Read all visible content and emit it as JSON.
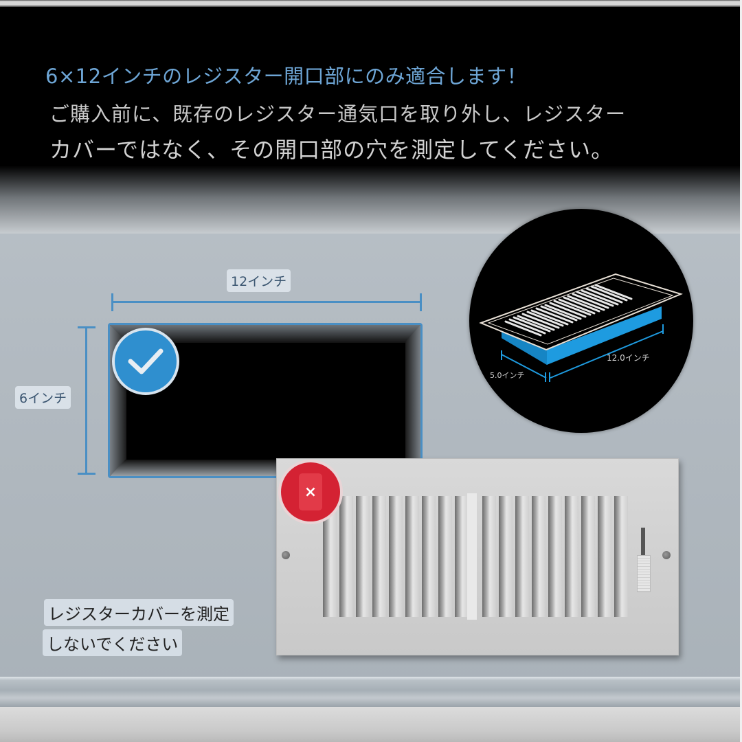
{
  "header": {
    "headline": "6×12インチのレジスター開口部にのみ適合します！",
    "line1": "ご購入前に、既存のレジスター通気口を取り外し、レジスター",
    "line2": "カバーではなく、その開口部の穴を測定してください。"
  },
  "opening_diagram": {
    "width_label": "12インチ",
    "height_label": "6インチ",
    "badge_icon": "checkmark-icon"
  },
  "circle_diagram": {
    "depth_label": "5.0インチ",
    "length_label": "12.0インチ"
  },
  "vent_cover": {
    "badge_icon": "x-icon",
    "badge_glyph": "×",
    "warning_line1": "レジスターカバーを測定",
    "warning_line2": "しないでください"
  },
  "colors": {
    "accent_blue": "#4a8fc4",
    "check_blue": "#2f8fcf",
    "reject_red": "#d42233",
    "headline_blue": "#6ea6d6",
    "sleeve_blue": "#1e9be0"
  }
}
